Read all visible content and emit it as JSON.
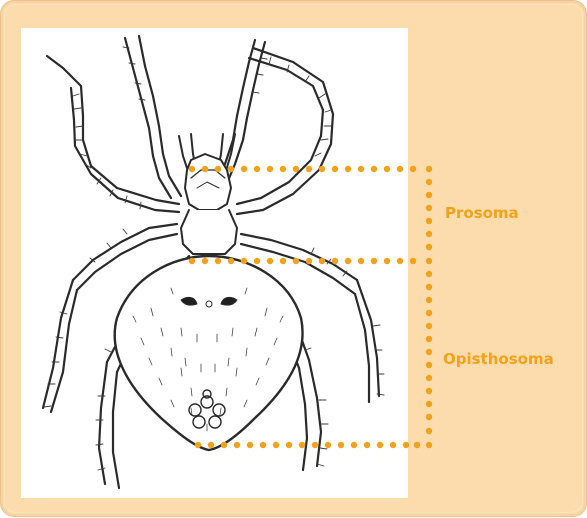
{
  "figure": {
    "subject": "spider-dorsal-view-line-drawing",
    "background_color": "#fcdcac",
    "accent_color": "#f2a21a"
  },
  "labels": {
    "prosoma": "Prosoma",
    "opisthosoma": "Opisthosoma"
  }
}
